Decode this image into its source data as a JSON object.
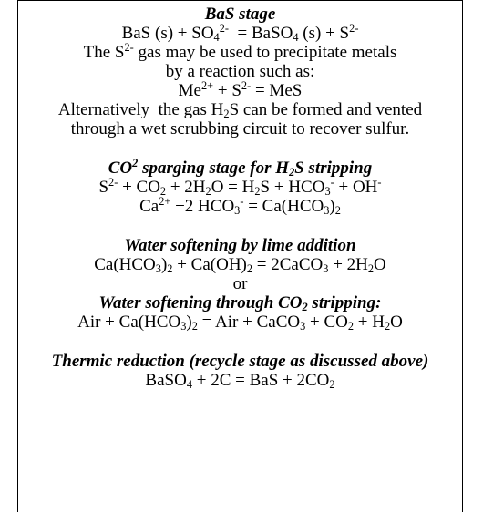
{
  "sections": [
    {
      "heading": "BaS stage",
      "lines": [
        [
          {
            "t": "BaS (s) + SO"
          },
          {
            "sub": "4"
          },
          {
            "sup": "2-"
          },
          {
            "t": "  = BaSO"
          },
          {
            "sub": "4"
          },
          {
            "t": " (s) + S"
          },
          {
            "sup": "2-"
          }
        ],
        [
          {
            "t": "The S"
          },
          {
            "sup": "2-"
          },
          {
            "t": " gas may be used to precipitate metals"
          }
        ],
        [
          {
            "t": "by a reaction such as:"
          }
        ],
        [
          {
            "t": "Me"
          },
          {
            "sup": "2+"
          },
          {
            "t": " + S"
          },
          {
            "sup": "2-"
          },
          {
            "t": " = MeS"
          }
        ],
        [
          {
            "t": "Alternatively  the gas H"
          },
          {
            "sub": "2"
          },
          {
            "t": "S can be formed and vented"
          }
        ],
        [
          {
            "t": "through a wet scrubbing circuit to recover sulfur."
          }
        ]
      ]
    },
    {
      "heading": [
        {
          "t": "CO"
        },
        {
          "sup": "2"
        },
        {
          "t": " sparging stage for H"
        },
        {
          "sub": "2"
        },
        {
          "t": "S stripping"
        }
      ],
      "lines": [
        [
          {
            "t": "S"
          },
          {
            "sup": "2-"
          },
          {
            "t": " + CO"
          },
          {
            "sub": "2"
          },
          {
            "t": " + 2H"
          },
          {
            "sub": "2"
          },
          {
            "t": "O = H"
          },
          {
            "sub": "2"
          },
          {
            "t": "S + HCO"
          },
          {
            "sub": "3"
          },
          {
            "sup": "-"
          },
          {
            "t": " + OH"
          },
          {
            "sup": "-"
          }
        ],
        [
          {
            "t": "Ca"
          },
          {
            "sup": "2+"
          },
          {
            "t": " +2 HCO"
          },
          {
            "sub": "3"
          },
          {
            "sup": "-"
          },
          {
            "t": " = Ca(HCO"
          },
          {
            "sub": "3"
          },
          {
            "t": ")"
          },
          {
            "sub": "2"
          }
        ]
      ]
    },
    {
      "heading": "Water softening by lime addition",
      "lines": [
        [
          {
            "t": "Ca(HCO"
          },
          {
            "sub": "3"
          },
          {
            "t": ")"
          },
          {
            "sub": "2"
          },
          {
            "t": " + Ca(OH)"
          },
          {
            "sub": "2"
          },
          {
            "t": " = 2CaCO"
          },
          {
            "sub": "3"
          },
          {
            "t": " + 2H"
          },
          {
            "sub": "2"
          },
          {
            "t": "O"
          }
        ],
        [
          {
            "t": "or"
          }
        ]
      ],
      "heading2": [
        {
          "t": "Water softening through CO"
        },
        {
          "sub": "2"
        },
        {
          "t": " stripping:"
        }
      ],
      "lines2": [
        [
          {
            "t": "Air + Ca(HCO"
          },
          {
            "sub": "3"
          },
          {
            "t": ")"
          },
          {
            "sub": "2"
          },
          {
            "t": " = Air + CaCO"
          },
          {
            "sub": "3"
          },
          {
            "t": " + CO"
          },
          {
            "sub": "2"
          },
          {
            "t": " + H"
          },
          {
            "sub": "2"
          },
          {
            "t": "O"
          }
        ]
      ]
    },
    {
      "heading": "Thermic reduction (recycle stage as discussed above)",
      "lines": [
        [
          {
            "t": "BaSO"
          },
          {
            "sub": "4"
          },
          {
            "t": " + 2C = BaS + 2CO"
          },
          {
            "sub": "2"
          }
        ]
      ]
    }
  ]
}
